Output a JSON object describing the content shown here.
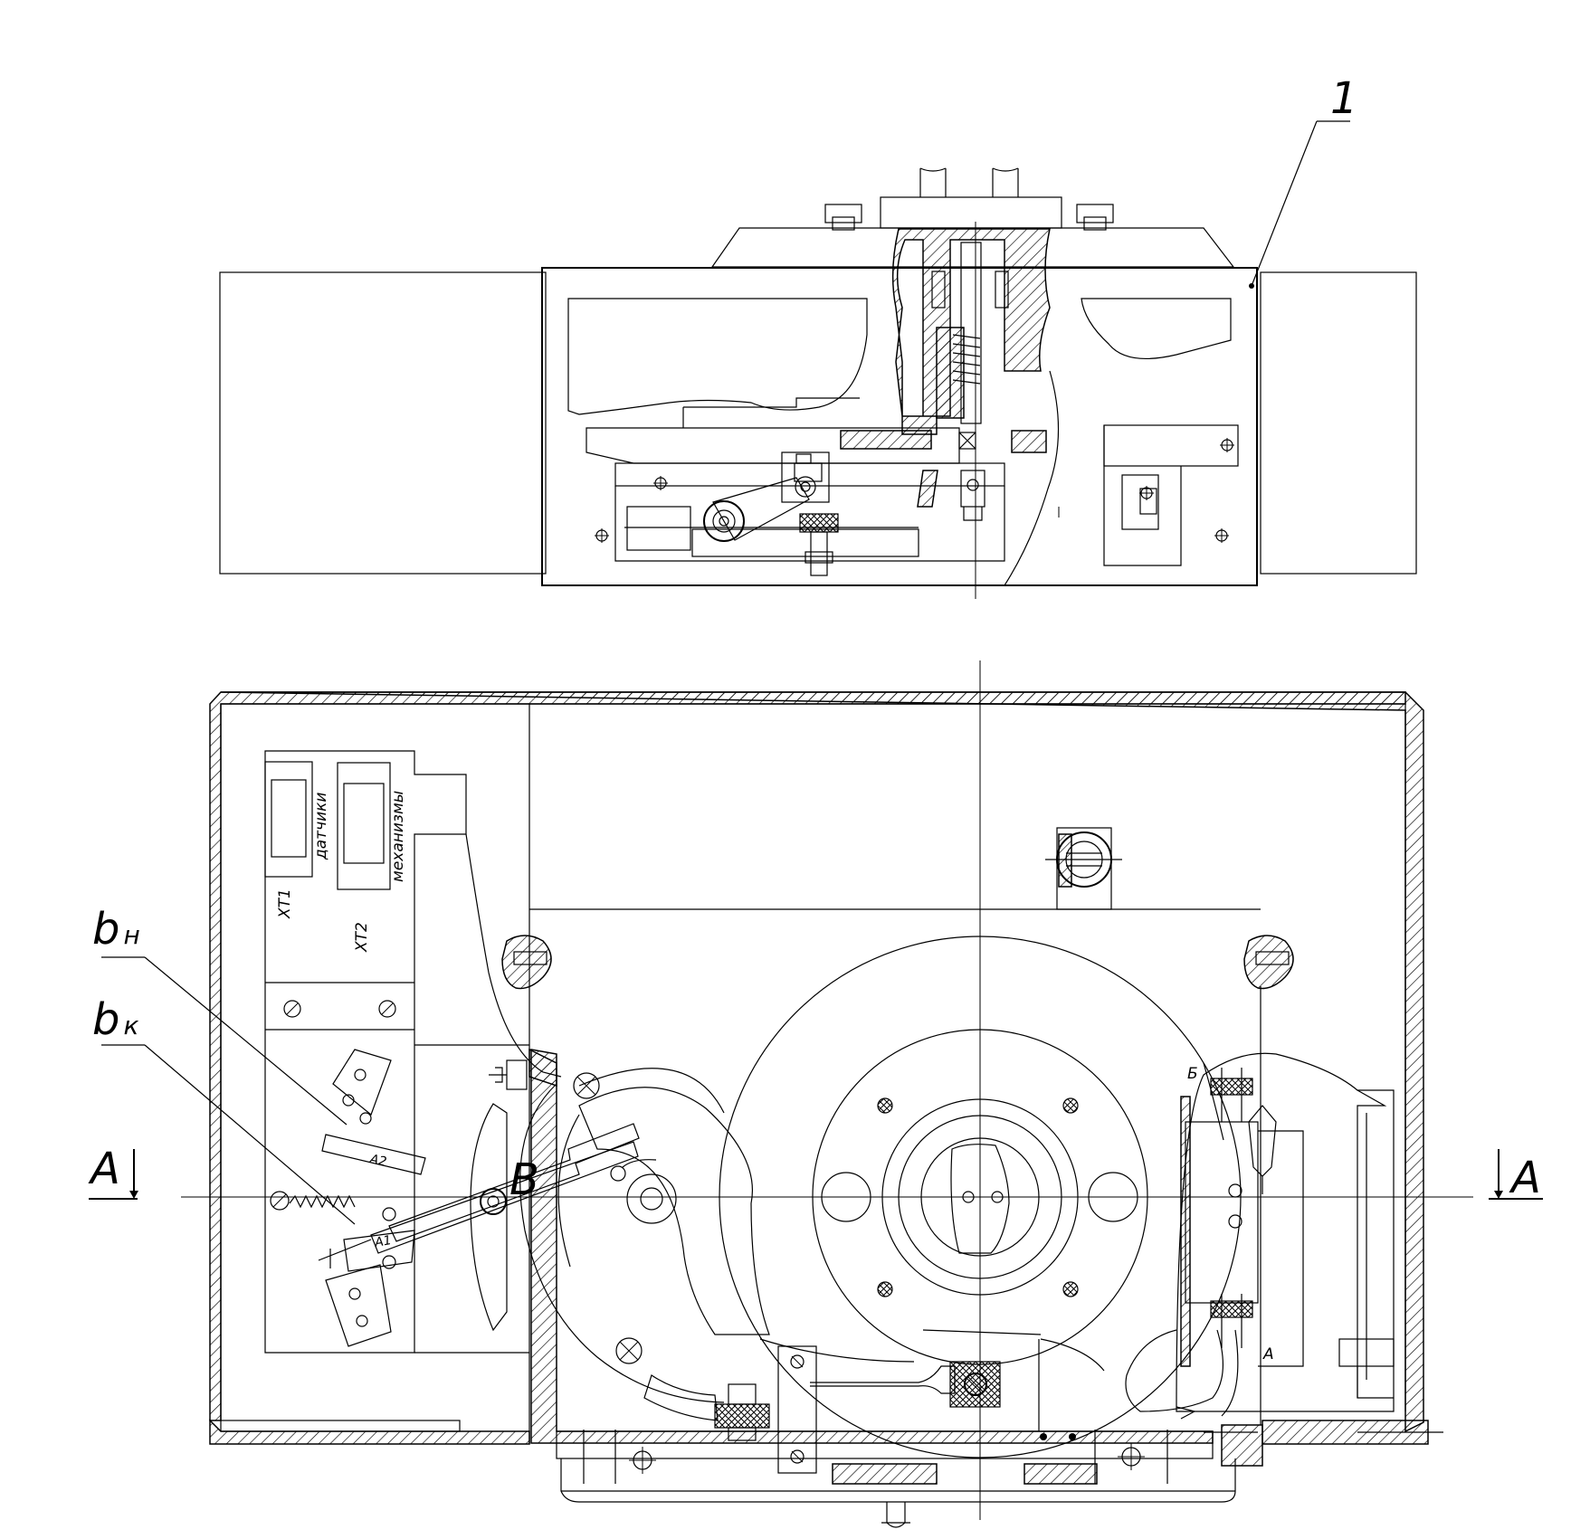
{
  "labels": {
    "item_1": "1",
    "section_a_left": "A",
    "section_a_right": "A",
    "b_n_main": "b",
    "b_n_sub": "н",
    "b_k_main": "b",
    "b_k_sub": "к",
    "pivot_b": "B",
    "connector_xt1": "XT1",
    "connector_xt2": "XT2",
    "sensors_text": "датчики",
    "mechanisms_text": "механизмы",
    "switch_a1": "A1",
    "switch_a2": "A2",
    "mark_b": "Б",
    "mark_a": "А"
  }
}
